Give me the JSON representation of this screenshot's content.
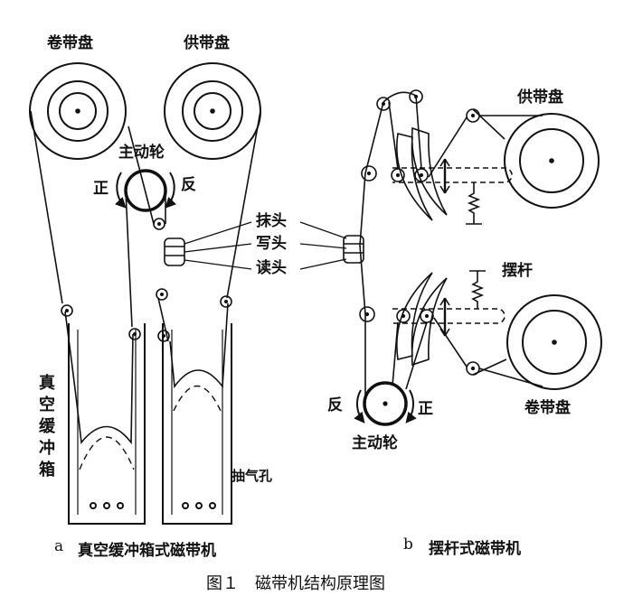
{
  "diagram_a": {
    "takeup_reel": "卷带盘",
    "supply_reel": "供带盘",
    "capstan": "主动轮",
    "forward": "正",
    "reverse": "反",
    "vacuum_buffer": "真空缓冲箱",
    "vent_hole": "抽气孔",
    "caption_letter": "a",
    "caption": "真空缓冲箱式磁带机"
  },
  "heads": {
    "erase": "抹头",
    "write": "写头",
    "read": "读头"
  },
  "diagram_b": {
    "supply_reel": "供带盘",
    "swing_arm": "摆杆",
    "takeup_reel": "卷带盘",
    "capstan": "主动轮",
    "forward": "正",
    "reverse": "反",
    "caption_letter": "b",
    "caption": "摆杆式磁带机"
  },
  "figure_caption": "图１　磁带机结构原理图"
}
